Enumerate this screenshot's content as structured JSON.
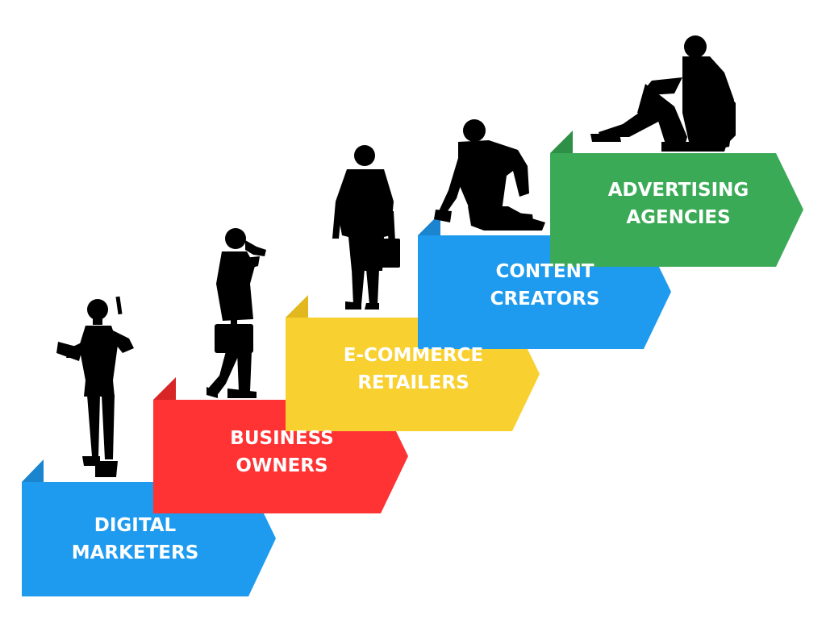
{
  "steps": [
    {
      "line1": "DIGITAL",
      "line2": "MARKETERS",
      "color": "#1E9BEF",
      "tab_color": "#1A84CF",
      "figure": "man-reading-document-silhouette-icon"
    },
    {
      "line1": "BUSINESS",
      "line2": "OWNERS",
      "color": "#FF3334",
      "tab_color": "#D82526",
      "figure": "man-with-briefcase-on-phone-silhouette-icon"
    },
    {
      "line1": "E-COMMERCE",
      "line2": "RETAILERS",
      "color": "#F8D030",
      "tab_color": "#E2B81E",
      "figure": "standing-man-with-bag-silhouette-icon"
    },
    {
      "line1": "CONTENT",
      "line2": "CREATORS",
      "color": "#1E9BEF",
      "tab_color": "#1A84CF",
      "figure": "kneeling-man-silhouette-icon"
    },
    {
      "line1": "ADVERTISING",
      "line2": "AGENCIES",
      "color": "#3BAA57",
      "tab_color": "#2E8F46",
      "figure": "seated-man-silhouette-icon"
    }
  ]
}
